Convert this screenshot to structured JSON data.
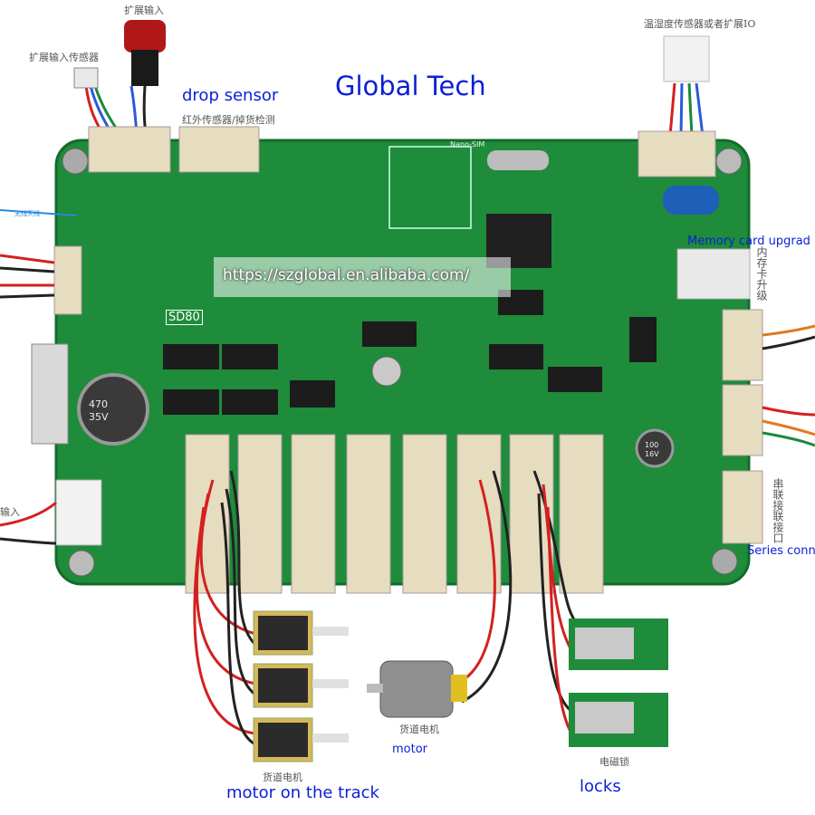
{
  "labels": {
    "title": "Global Tech",
    "drop_sensor": "drop sensor",
    "memory_card": "Memory card upgrad",
    "series": "Series conn",
    "motor": "motor",
    "motor_on_track": "motor on the track",
    "locks": "locks"
  },
  "watermark": "https://szglobal.en.alibaba.com/",
  "chinese": {
    "ext_input": "扩展输入",
    "ext_input_sensor": "扩展输入传感器",
    "ir_sensor": "红外传感器/掉货检测",
    "humidity_io": "温湿度传感器或者扩展IO",
    "track_motor_a": "货道电机",
    "track_motor_b": "货道电机",
    "em_lock": "电磁锁",
    "input": "输入",
    "memory_card_slot": "内存卡升级",
    "serial_port": "串联接联接口"
  },
  "board_marks": {
    "model": "SD80",
    "sim": "Nano-SIM",
    "cap_big": "470",
    "cap_big_v": "35V",
    "cap_small": "100",
    "cap_small_v": "16V",
    "antenna": "无线天线"
  },
  "colors": {
    "pcb": "#1e8c3a",
    "pcb_dark": "#136b2b",
    "connector": "#e6dcc0",
    "label_blue": "#0b1fd6"
  }
}
